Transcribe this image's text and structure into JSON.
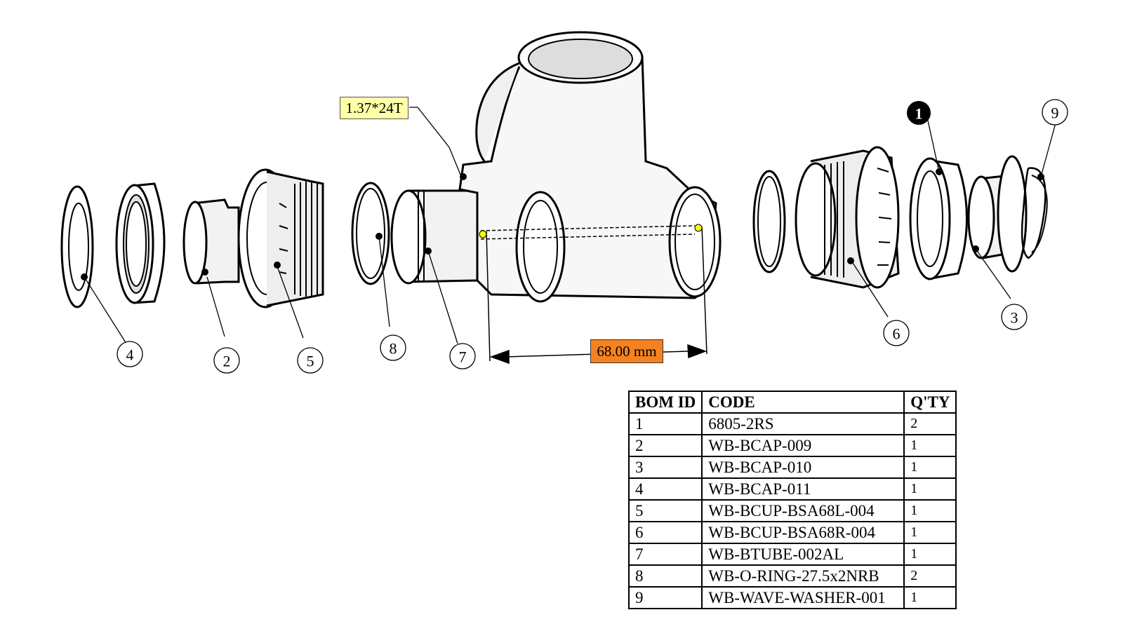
{
  "annotations": {
    "thread_spec": "1.37*24T",
    "dimension": "68.00 mm"
  },
  "callouts": [
    "1",
    "2",
    "3",
    "4",
    "5",
    "6",
    "7",
    "8",
    "9"
  ],
  "bom_table": {
    "headers": [
      "BOM ID",
      "CODE",
      "Q'TY"
    ],
    "rows": [
      {
        "id": "1",
        "code": "6805-2RS",
        "qty": "2"
      },
      {
        "id": "2",
        "code": "WB-BCAP-009",
        "qty": "1"
      },
      {
        "id": "3",
        "code": "WB-BCAP-010",
        "qty": "1"
      },
      {
        "id": "4",
        "code": "WB-BCAP-011",
        "qty": "1"
      },
      {
        "id": "5",
        "code": "WB-BCUP-BSA68L-004",
        "qty": "1"
      },
      {
        "id": "6",
        "code": "WB-BCUP-BSA68R-004",
        "qty": "1"
      },
      {
        "id": "7",
        "code": "WB-BTUBE-002AL",
        "qty": "1"
      },
      {
        "id": "8",
        "code": "WB-O-RING-27.5x2NRB",
        "qty": "2"
      },
      {
        "id": "9",
        "code": "WB-WAVE-WASHER-001",
        "qty": "1"
      }
    ]
  },
  "colors": {
    "thread_label_bg": "#ffffa8",
    "dimension_label_bg": "#f58220",
    "part_shade": "#d9d9d9"
  }
}
